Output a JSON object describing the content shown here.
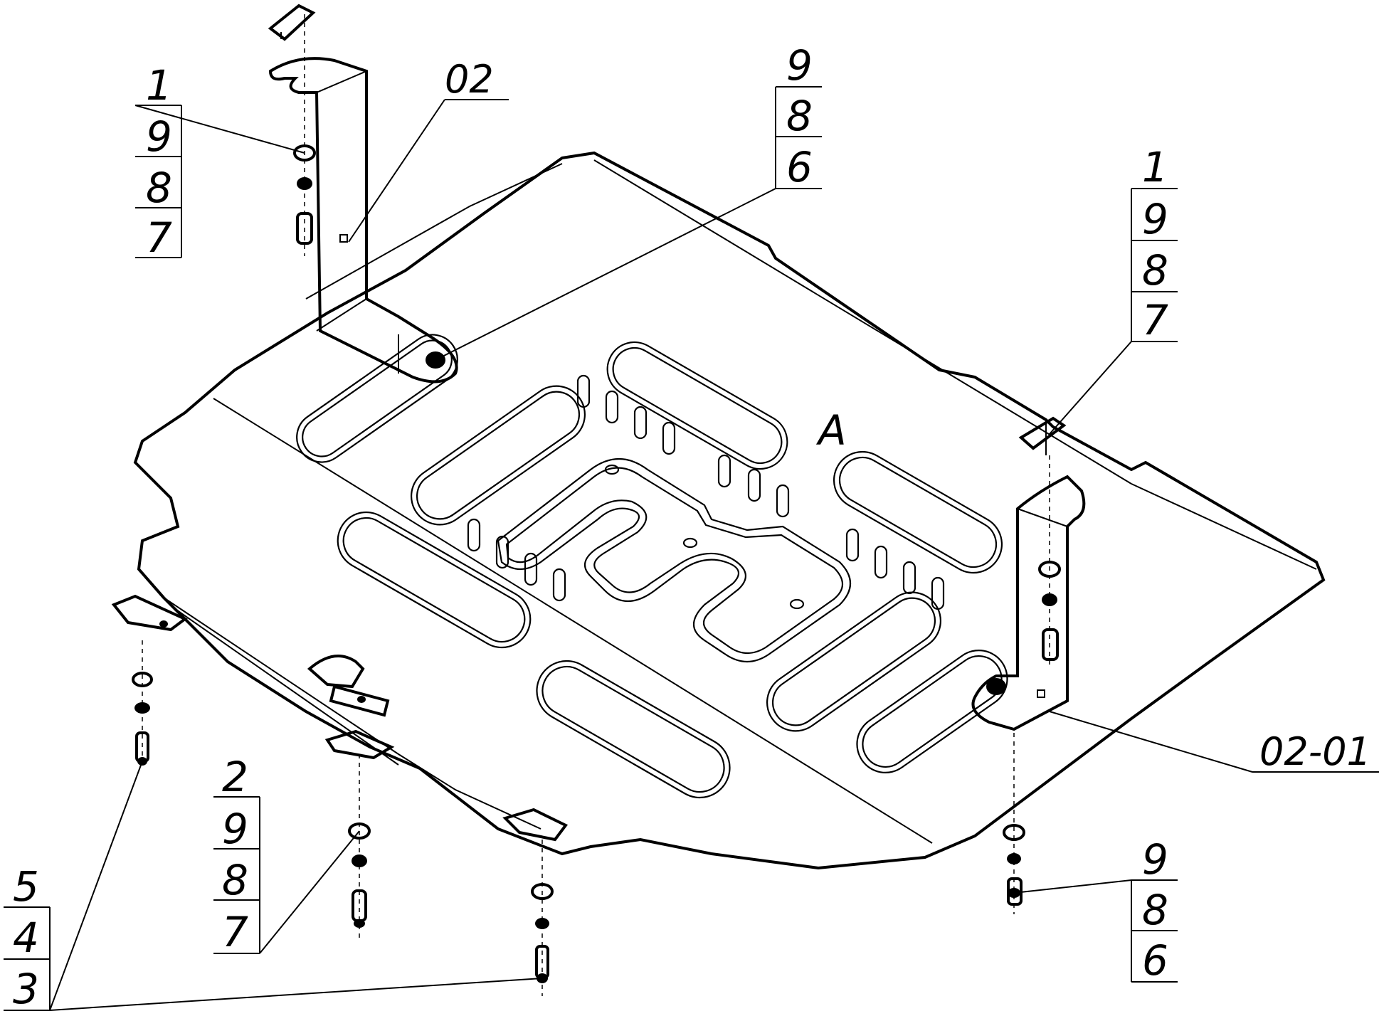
{
  "callouts": {
    "top_left": [
      "1",
      "9",
      "8",
      "7"
    ],
    "top_center": [
      "9",
      "8",
      "6"
    ],
    "right": [
      "1",
      "9",
      "8",
      "7"
    ],
    "bottom_center": [
      "2",
      "9",
      "8",
      "7"
    ],
    "bottom_left": [
      "5",
      "4",
      "3"
    ],
    "bottom_right": [
      "9",
      "8",
      "6"
    ]
  },
  "references": {
    "bracket_left": "02",
    "bracket_right": "02-01"
  },
  "plate_mark": "A",
  "colors": {
    "line": "#000000",
    "background": "#ffffff"
  }
}
